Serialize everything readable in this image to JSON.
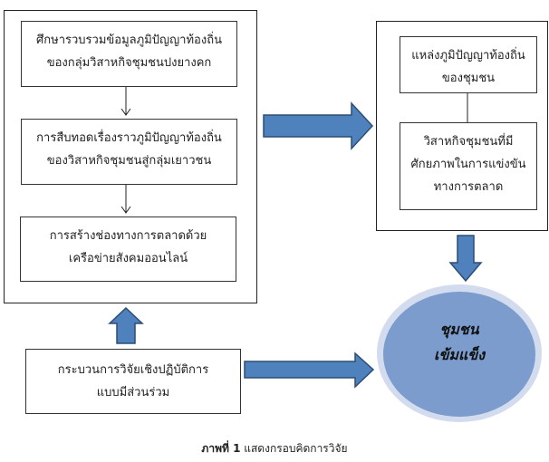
{
  "left_group": {
    "steps": [
      {
        "lines": [
          "ศึกษารวบรวมข้อมูลภูมิปัญญาท้องถิ่น",
          "ของกลุ่มวิสาหกิจชุมชนปงยางคก"
        ]
      },
      {
        "lines": [
          "การสืบทอดเรื่องราวภูมิปัญญาท้องถิ่น",
          "ของวิสาหกิจชุมชนสู่กลุ่มเยาวชน"
        ]
      },
      {
        "lines": [
          "การสร้างช่องทางการตลาดด้วย",
          "เครือข่ายสังคมออนไลน์"
        ]
      }
    ]
  },
  "right_group": {
    "items": [
      {
        "lines": [
          "แหล่งภูมิปัญญาท้องถิ่น",
          "ของชุมชน"
        ]
      },
      {
        "lines": [
          "วิสาหกิจชุมชนที่มี",
          "ศักยภาพในการแข่งขัน",
          "ทางการตลาด"
        ]
      }
    ]
  },
  "process_box": {
    "lines": [
      "กระบวนการวิจัยเชิงปฏิบัติการ",
      "แบบมีส่วนร่วม"
    ]
  },
  "outcome": {
    "lines": [
      "ชุมชน",
      "เข้มแข็ง"
    ]
  },
  "caption": {
    "label": "ภาพที่ 1",
    "text": " แสดงกรอบคิดการวิจัย"
  },
  "colors": {
    "arrow_fill": "#4f81bd",
    "arrow_stroke": "#2c4d75",
    "ellipse_fill": "#7b9ccc",
    "ellipse_ring": "#d3dcee"
  }
}
